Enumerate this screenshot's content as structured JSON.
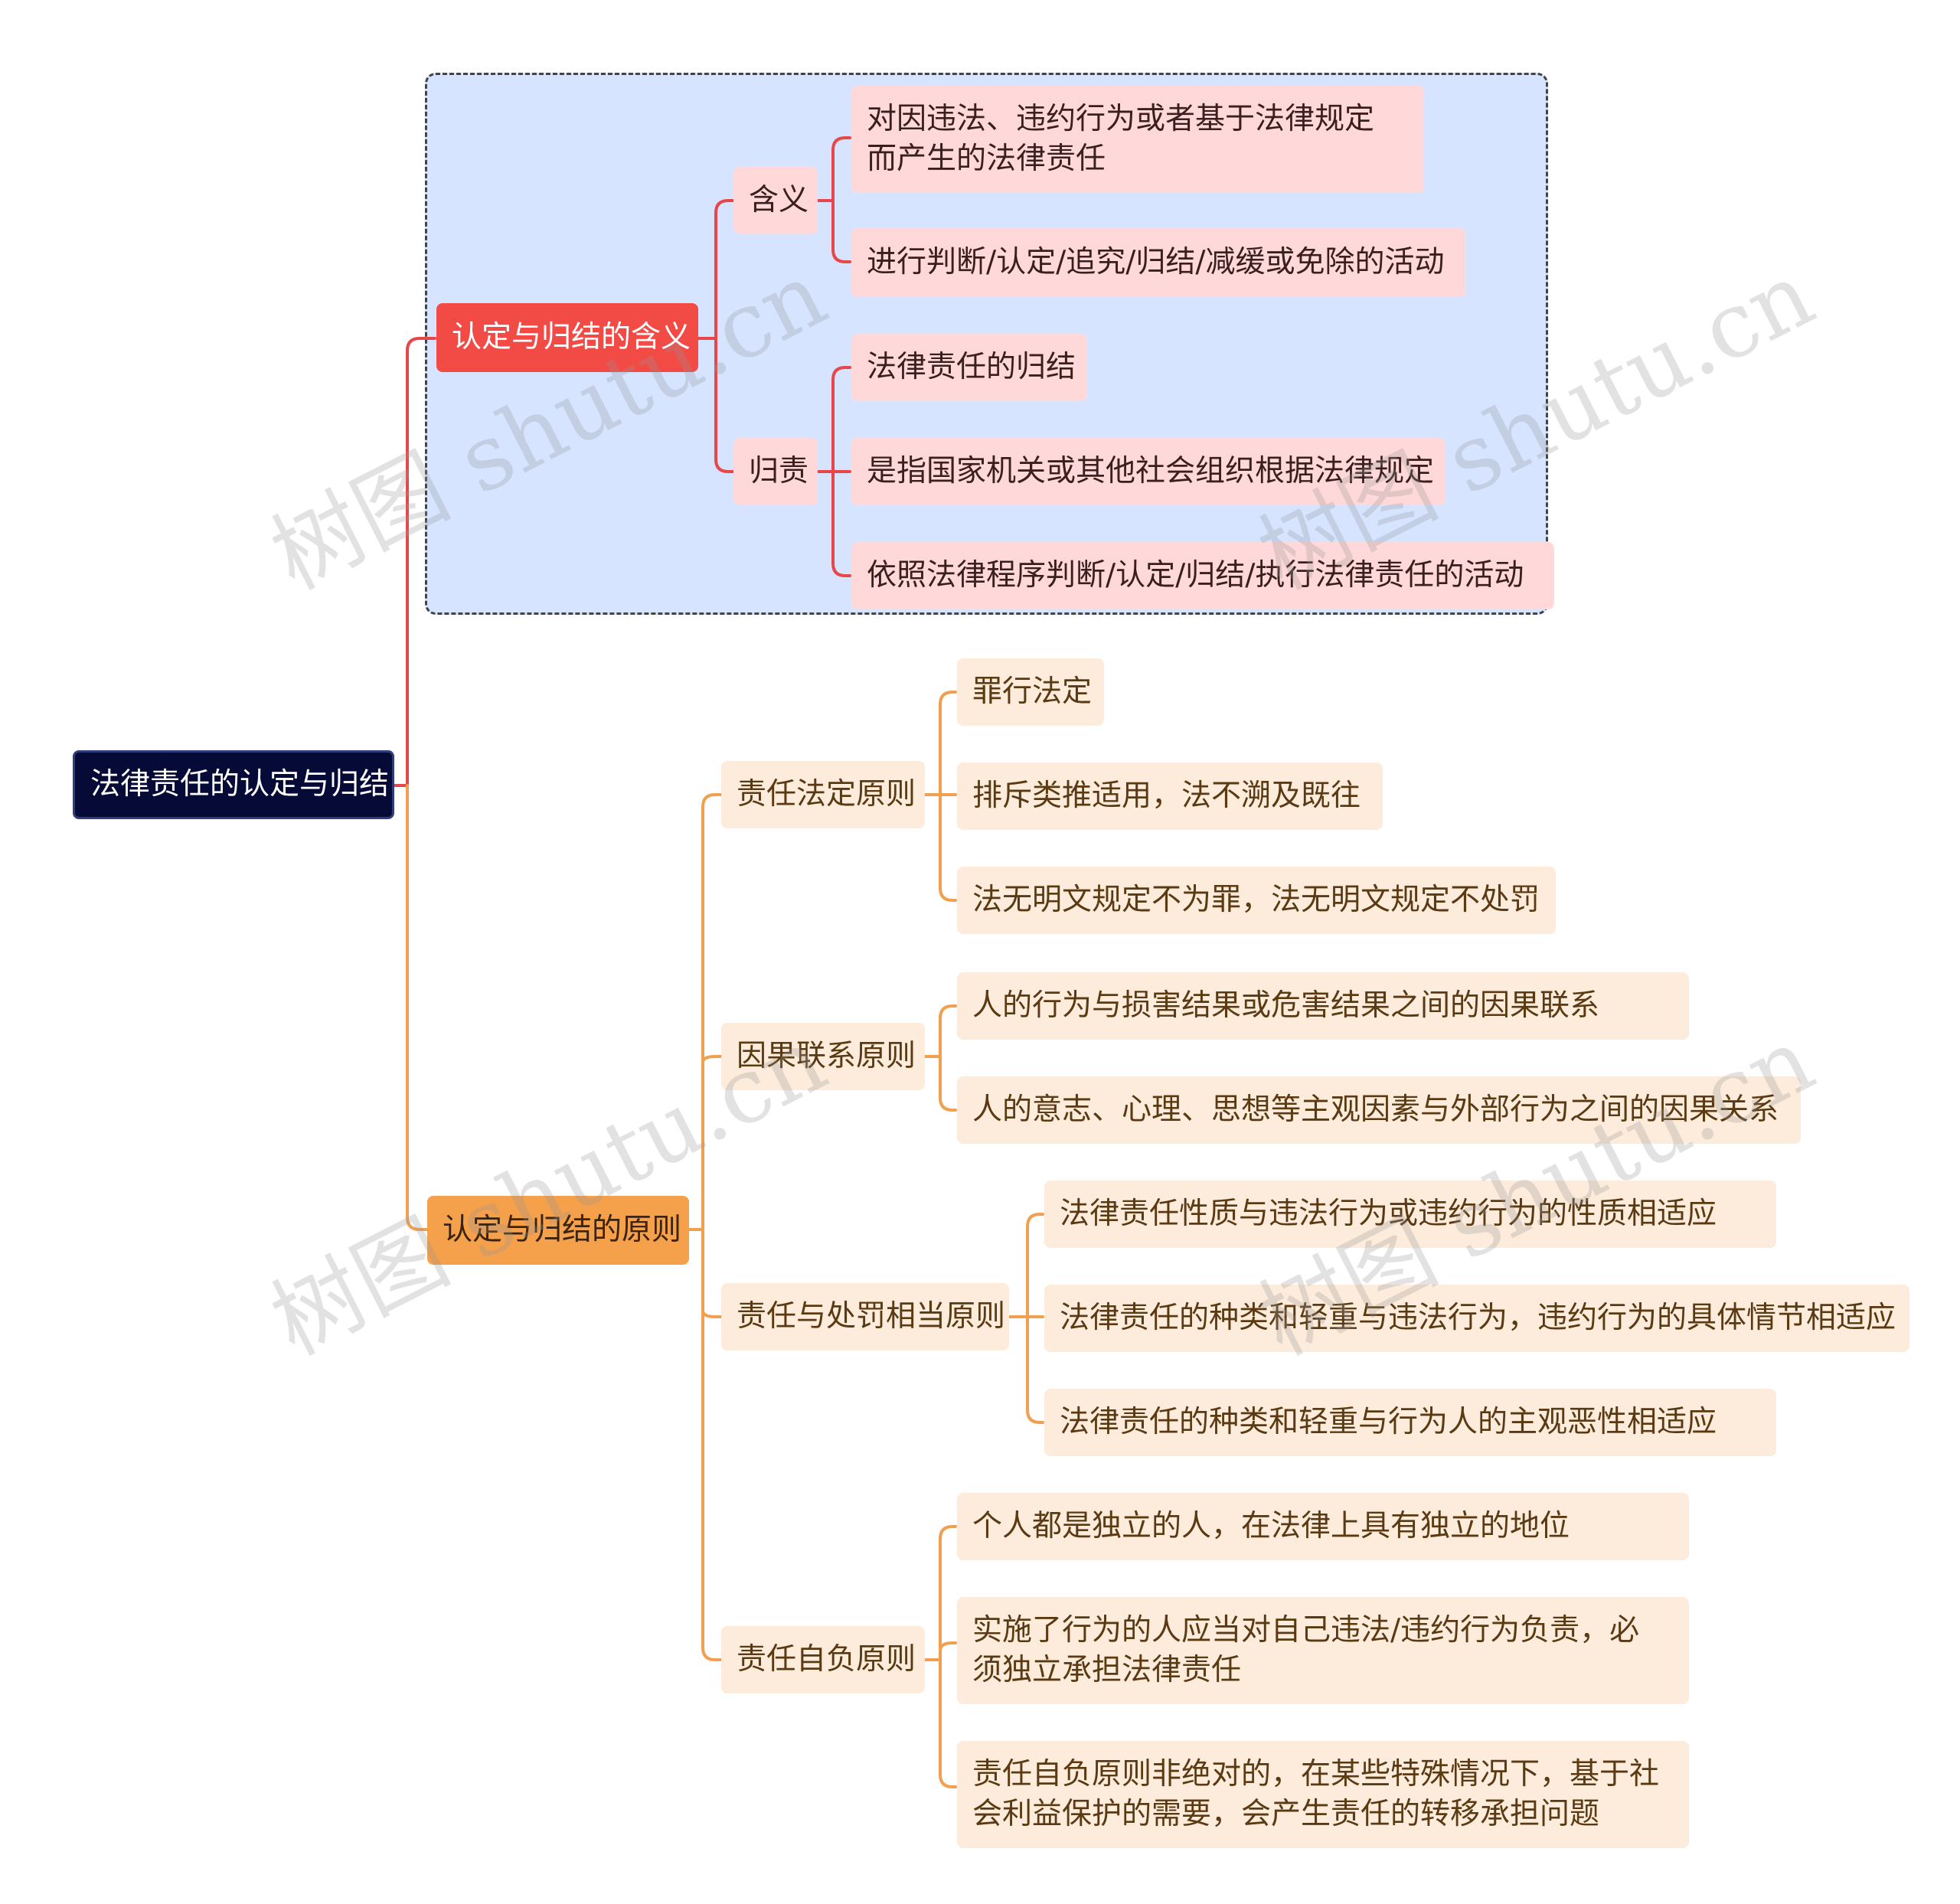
{
  "watermark": "树图 shutu.cn",
  "colors": {
    "red_branch": "#e8474a",
    "orange_branch": "#f0a050"
  },
  "root": {
    "label": "法律责任的认定与归结"
  },
  "branches": [
    {
      "label": "认定与归结的含义",
      "children": [
        {
          "label": "含义",
          "children": [
            {
              "label": "对因违法、违约行为或者基于法律规定而产生的法律责任"
            },
            {
              "label": "进行判断/认定/追究/归结/减缓或免除的活动"
            }
          ]
        },
        {
          "label": "归责",
          "children": [
            {
              "label": "法律责任的归结"
            },
            {
              "label": "是指国家机关或其他社会组织根据法律规定"
            },
            {
              "label": "依照法律程序判断/认定/归结/执行法律责任的活动"
            }
          ]
        }
      ]
    },
    {
      "label": "认定与归结的原则",
      "children": [
        {
          "label": "责任法定原则",
          "children": [
            {
              "label": "罪行法定"
            },
            {
              "label": "排斥类推适用，法不溯及既往"
            },
            {
              "label": "法无明文规定不为罪，法无明文规定不处罚"
            }
          ]
        },
        {
          "label": "因果联系原则",
          "children": [
            {
              "label": "人的行为与损害结果或危害结果之间的因果联系"
            },
            {
              "label": "人的意志、心理、思想等主观因素与外部行为之间的因果关系"
            }
          ]
        },
        {
          "label": "责任与处罚相当原则",
          "children": [
            {
              "label": "法律责任性质与违法行为或违约行为的性质相适应"
            },
            {
              "label": "法律责任的种类和轻重与违法行为，违约行为的具体情节相适应"
            },
            {
              "label": "法律责任的种类和轻重与行为人的主观恶性相适应"
            }
          ]
        },
        {
          "label": "责任自负原则",
          "children": [
            {
              "label": "个人都是独立的人，在法律上具有独立的地位"
            },
            {
              "label": "实施了行为的人应当对自己违法/违约行为负责，必须独立承担法律责任"
            },
            {
              "label": "责任自负原则非绝对的，在某些特殊情况下，基于社会利益保护的需要，会产生责任的转移承担问题"
            }
          ]
        }
      ]
    }
  ]
}
